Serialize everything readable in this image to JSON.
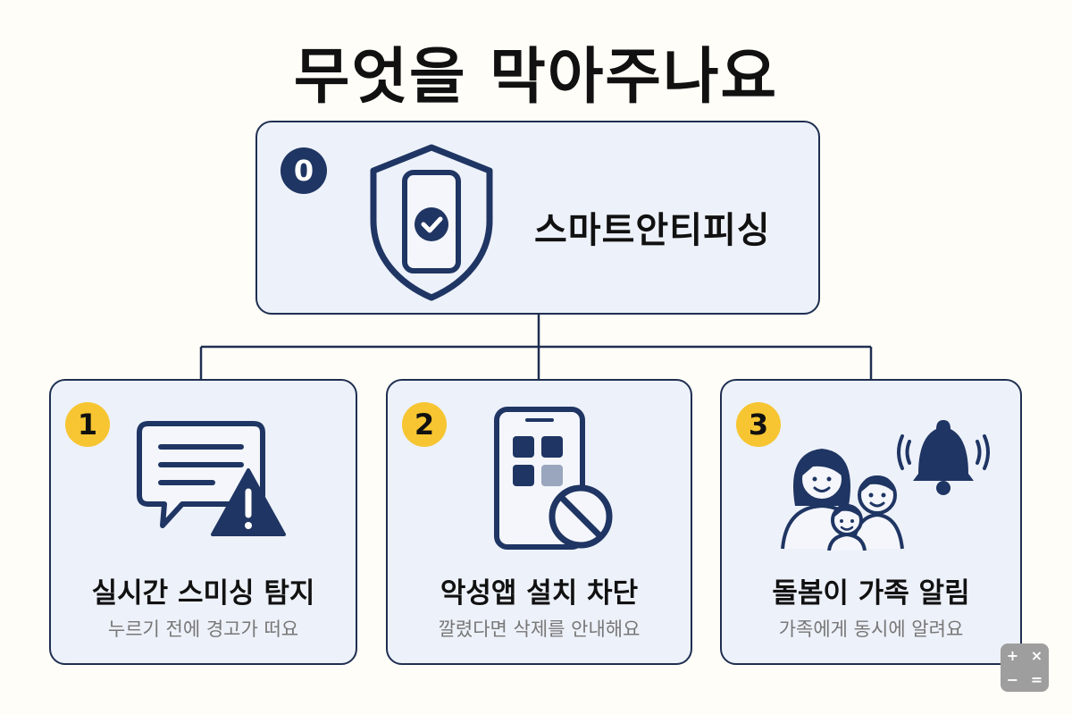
{
  "title": "무엇을 막아주나요",
  "root": {
    "badge": "0",
    "label": "스마트안티피싱"
  },
  "cards": [
    {
      "badge": "1",
      "title": "실시간 스미싱 탐지",
      "desc": "누르기 전에 경고가 떠요"
    },
    {
      "badge": "2",
      "title": "악성앱 설치 차단",
      "desc": "깔렸다면 삭제를 안내해요"
    },
    {
      "badge": "3",
      "title": "돌봄이 가족 알림",
      "desc": "가족에게 동시에 알려요"
    }
  ],
  "calc_widget": {
    "plus": "+",
    "times": "×",
    "minus": "−",
    "equals": "="
  },
  "colors": {
    "navy": "#1f3563",
    "card_bg": "#edf1f9",
    "yellow": "#f7c531",
    "desc_gray": "#777777"
  },
  "icons": [
    "shield-phone-check-icon",
    "message-warning-icon",
    "phone-blocked-icon",
    "family-bell-icon"
  ]
}
